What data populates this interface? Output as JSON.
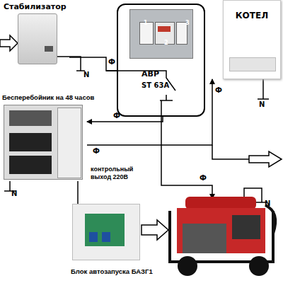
{
  "diagram": {
    "nodes": [
      {
        "text": [
          "Стабилизатор"
        ]
      },
      {
        "text": [
          "АВР",
          "ST 63A"
        ]
      },
      {
        "text": [
          "КОТЕЛ"
        ]
      },
      {
        "text": [
          "Бесперебойник на 48 часов"
        ]
      },
      {
        "text": [
          "Блок автозапуска БАЗГ1"
        ]
      }
    ],
    "edges": [
      {
        "from": 0,
        "to": 1,
        "arrow": "none",
        "label": "Ф"
      },
      {
        "from": 1,
        "to": 3,
        "arrow": "to",
        "label": "Ф"
      },
      {
        "from": 3,
        "to": 2,
        "arrow": "to",
        "label": "Ф"
      },
      {
        "from": 3,
        "to": 4,
        "arrow": "none"
      }
    ],
    "labels": [
      "1",
      "2",
      "3",
      "Ф",
      "Ф",
      "N",
      "N",
      "N",
      "N",
      "контрольный выход 220В"
    ]
  }
}
